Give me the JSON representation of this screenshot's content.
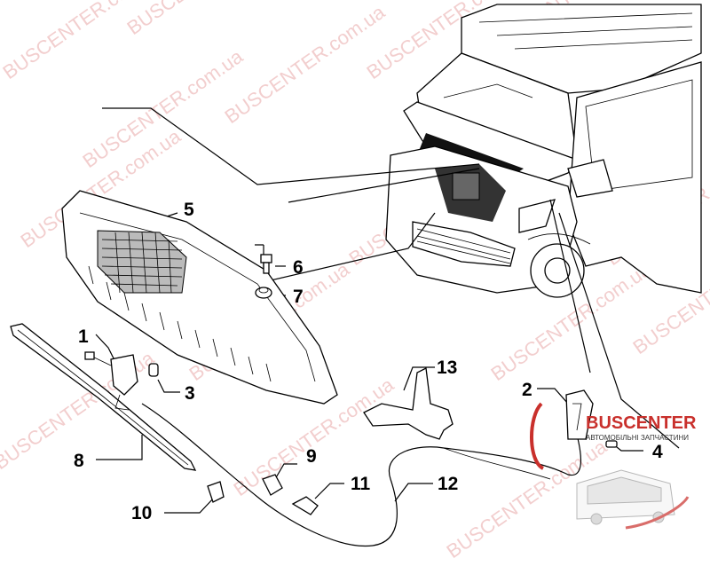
{
  "callouts": [
    {
      "id": "1",
      "text": "1"
    },
    {
      "id": "2",
      "text": "2"
    },
    {
      "id": "3",
      "text": "3"
    },
    {
      "id": "4",
      "text": "4"
    },
    {
      "id": "5",
      "text": "5"
    },
    {
      "id": "6",
      "text": "6"
    },
    {
      "id": "7",
      "text": "7"
    },
    {
      "id": "8",
      "text": "8"
    },
    {
      "id": "9",
      "text": "9"
    },
    {
      "id": "10",
      "text": "10"
    },
    {
      "id": "11",
      "text": "11"
    },
    {
      "id": "12",
      "text": "12"
    },
    {
      "id": "13",
      "text": "13"
    }
  ],
  "watermark": {
    "text": "BUSCENTER.com.ua",
    "brand_colored": "BUSCENTER",
    "domain": ".com.ua"
  },
  "logo": {
    "name": "BUSCENTER",
    "tagline": "АВТОМОБІЛЬНІ ЗАПЧАСТИНИ"
  },
  "colors": {
    "watermark": "#e9a7a7",
    "logo_accent": "#c9302c",
    "ink": "#000000"
  }
}
